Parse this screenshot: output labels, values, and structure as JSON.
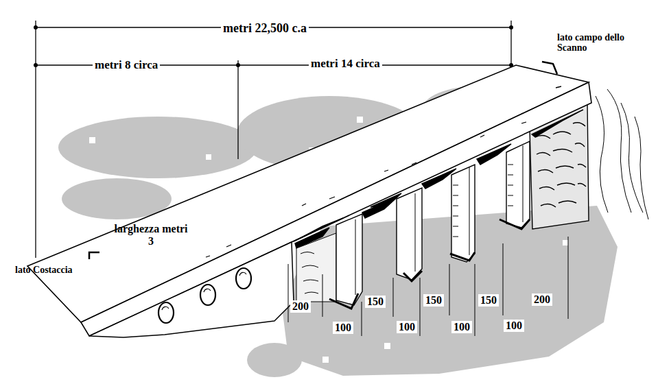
{
  "diagram": {
    "labels": [
      "metri 22,500 c.a",
      "metri 8 circa",
      "metri 14 circa",
      "lato campo dello Scanno",
      "larghezza metri 3",
      "lato Costaccia",
      "200",
      "100",
      "150",
      "100",
      "150",
      "100",
      "150",
      "100",
      "200"
    ]
  }
}
